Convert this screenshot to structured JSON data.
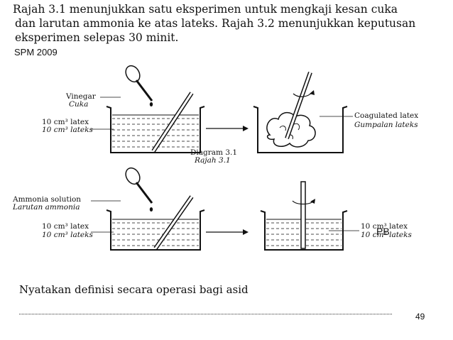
{
  "intro": {
    "line1": "Rajah 3.1 menunjukkan satu eksperimen untuk mengkaji kesan cuka",
    "line2": "dan larutan ammonia ke atas lateks.  Rajah 3.2 menunjukkan keputusan",
    "line3": "eksperimen selepas 30 minit."
  },
  "source": "SPM 2009",
  "figure": {
    "top_label1": "Vinegar",
    "top_label1_ms": "Cuka",
    "top_label2": "10 cm³ latex",
    "top_label2_ms": "10 cm³ lateks",
    "result_top": "Coagulated latex",
    "result_top_ms": "Gumpalan lateks",
    "caption": "Diagram 3.1",
    "caption_ms": "Rajah 3.1",
    "bottom_label1": "Ammonia solution",
    "bottom_label1_ms": "Larutan ammonia",
    "bottom_label2": "10 cm³ latex",
    "bottom_label2_ms": "10 cm³ lateks",
    "result_bottom": "10 cm³ latex",
    "result_bottom_ms": "10 cm³ lateks",
    "overlay": "PB"
  },
  "question": "Nyatakan definisi secara operasi bagi asid",
  "page_number": "49"
}
